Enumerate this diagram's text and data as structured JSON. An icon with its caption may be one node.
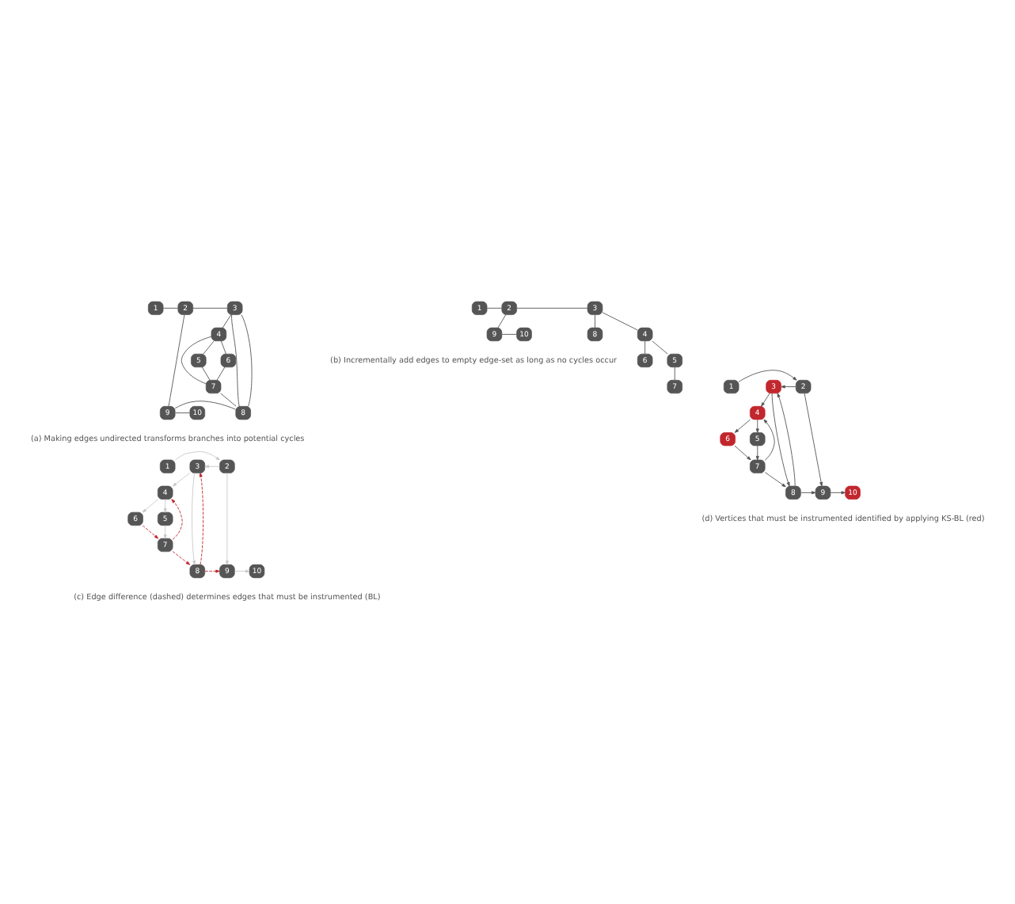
{
  "diagram": {
    "nodes": [
      {
        "text": [
          "1"
        ]
      },
      {
        "text": [
          "2"
        ]
      },
      {
        "text": [
          "3"
        ]
      },
      {
        "text": [
          "4"
        ]
      },
      {
        "text": [
          "5"
        ]
      },
      {
        "text": [
          "6"
        ]
      },
      {
        "text": [
          "7"
        ]
      },
      {
        "text": [
          "8"
        ]
      },
      {
        "text": [
          "9"
        ]
      },
      {
        "text": [
          "10"
        ]
      },
      {
        "text": [
          "1"
        ]
      },
      {
        "text": [
          "2"
        ]
      },
      {
        "text": [
          "3"
        ]
      },
      {
        "text": [
          "4"
        ]
      },
      {
        "text": [
          "5"
        ]
      },
      {
        "text": [
          "6"
        ]
      },
      {
        "text": [
          "7"
        ]
      },
      {
        "text": [
          "8"
        ]
      },
      {
        "text": [
          "9"
        ]
      },
      {
        "text": [
          "10"
        ]
      },
      {
        "text": [
          "1"
        ]
      },
      {
        "text": [
          "2"
        ]
      },
      {
        "text": [
          "3"
        ]
      },
      {
        "text": [
          "4"
        ]
      },
      {
        "text": [
          "5"
        ]
      },
      {
        "text": [
          "6"
        ]
      },
      {
        "text": [
          "7"
        ]
      },
      {
        "text": [
          "8"
        ]
      },
      {
        "text": [
          "9"
        ]
      },
      {
        "text": [
          "10"
        ]
      },
      {
        "text": [
          "1"
        ]
      },
      {
        "text": [
          "2"
        ]
      },
      {
        "text": [
          "3"
        ]
      },
      {
        "text": [
          "4"
        ]
      },
      {
        "text": [
          "5"
        ]
      },
      {
        "text": [
          "6"
        ]
      },
      {
        "text": [
          "7"
        ]
      },
      {
        "text": [
          "8"
        ]
      },
      {
        "text": [
          "9"
        ]
      },
      {
        "text": [
          "10"
        ]
      }
    ],
    "edges": [
      {
        "from": 0,
        "to": 1,
        "arrow": "none"
      },
      {
        "from": 1,
        "to": 2,
        "arrow": "none"
      },
      {
        "from": 1,
        "to": 8,
        "arrow": "none"
      },
      {
        "from": 2,
        "to": 7,
        "arrow": "none"
      },
      {
        "from": 2,
        "to": 7,
        "arrow": "none"
      },
      {
        "from": 2,
        "to": 3,
        "arrow": "none"
      },
      {
        "from": 3,
        "to": 4,
        "arrow": "none"
      },
      {
        "from": 3,
        "to": 5,
        "arrow": "none"
      },
      {
        "from": 3,
        "to": 6,
        "arrow": "none"
      },
      {
        "from": 4,
        "to": 6,
        "arrow": "none"
      },
      {
        "from": 5,
        "to": 6,
        "arrow": "none"
      },
      {
        "from": 6,
        "to": 7,
        "arrow": "none"
      },
      {
        "from": 7,
        "to": 8,
        "arrow": "none"
      },
      {
        "from": 8,
        "to": 9,
        "arrow": "none"
      },
      {
        "from": 10,
        "to": 11,
        "arrow": "none"
      },
      {
        "from": 11,
        "to": 12,
        "arrow": "none"
      },
      {
        "from": 11,
        "to": 18,
        "arrow": "none"
      },
      {
        "from": 12,
        "to": 17,
        "arrow": "none"
      },
      {
        "from": 12,
        "to": 13,
        "arrow": "none"
      },
      {
        "from": 13,
        "to": 14,
        "arrow": "none"
      },
      {
        "from": 13,
        "to": 15,
        "arrow": "none"
      },
      {
        "from": 14,
        "to": 16,
        "arrow": "none"
      },
      {
        "from": 18,
        "to": 19,
        "arrow": "none"
      },
      {
        "from": 20,
        "to": 21,
        "arrow": "to",
        "color": "#c8c8c8"
      },
      {
        "from": 21,
        "to": 22,
        "arrow": "to",
        "color": "#c8c8c8"
      },
      {
        "from": 21,
        "to": 28,
        "arrow": "to",
        "color": "#c8c8c8"
      },
      {
        "from": 22,
        "to": 27,
        "arrow": "to",
        "color": "#c8c8c8"
      },
      {
        "from": 27,
        "to": 22,
        "arrow": "to",
        "style": "dashed",
        "color": "#c1272d"
      },
      {
        "from": 22,
        "to": 23,
        "arrow": "to",
        "color": "#c8c8c8"
      },
      {
        "from": 23,
        "to": 24,
        "arrow": "to",
        "color": "#c8c8c8"
      },
      {
        "from": 23,
        "to": 25,
        "arrow": "to",
        "color": "#c8c8c8"
      },
      {
        "from": 24,
        "to": 26,
        "arrow": "to",
        "color": "#c8c8c8"
      },
      {
        "from": 26,
        "to": 23,
        "arrow": "to",
        "style": "dashed",
        "color": "#c1272d"
      },
      {
        "from": 25,
        "to": 26,
        "arrow": "to",
        "style": "dashed",
        "color": "#c1272d"
      },
      {
        "from": 26,
        "to": 27,
        "arrow": "to",
        "style": "dashed",
        "color": "#c1272d"
      },
      {
        "from": 27,
        "to": 28,
        "arrow": "to",
        "style": "dashed",
        "color": "#c1272d"
      },
      {
        "from": 28,
        "to": 29,
        "arrow": "to",
        "color": "#c8c8c8"
      },
      {
        "from": 30,
        "to": 31,
        "arrow": "to"
      },
      {
        "from": 31,
        "to": 32,
        "arrow": "to"
      },
      {
        "from": 31,
        "to": 38,
        "arrow": "to"
      },
      {
        "from": 32,
        "to": 37,
        "arrow": "to"
      },
      {
        "from": 37,
        "to": 32,
        "arrow": "to"
      },
      {
        "from": 32,
        "to": 33,
        "arrow": "to"
      },
      {
        "from": 33,
        "to": 34,
        "arrow": "to"
      },
      {
        "from": 33,
        "to": 35,
        "arrow": "to"
      },
      {
        "from": 34,
        "to": 36,
        "arrow": "to"
      },
      {
        "from": 35,
        "to": 36,
        "arrow": "to"
      },
      {
        "from": 36,
        "to": 33,
        "arrow": "to"
      },
      {
        "from": 36,
        "to": 37,
        "arrow": "to"
      },
      {
        "from": 37,
        "to": 38,
        "arrow": "to"
      },
      {
        "from": 38,
        "to": 39,
        "arrow": "to"
      }
    ],
    "labels": [
      "(a) Making edges undirected transforms branches into potential cycles",
      "(b) Incrementally add edges to empty edge-set as long as no cycles occur",
      "(c) Edge difference (dashed) determines edges that must be instrumented (BL)",
      "(d) Vertices that must be instrumented identified by applying KS-BL (red)"
    ]
  }
}
